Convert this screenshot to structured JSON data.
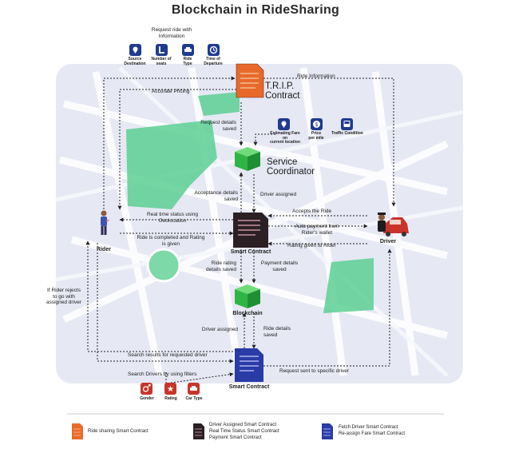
{
  "title": "Blockchain in RideSharing",
  "request_group": {
    "heading": "Request ride with\nInformation",
    "items": [
      "Source\nDestination",
      "Number of\nseats",
      "Ride\nType",
      "Time of\nDeparture"
    ]
  },
  "trip_contract": "T.R.I.P.\nContract",
  "service_coordinator": "Service\nCoordinator",
  "pricing_group": {
    "items": [
      "Estimating Fare on\ncurrent location",
      "Price\nper mile",
      "Traffic Condition"
    ]
  },
  "rider": "Rider",
  "driver": "Driver",
  "smart_contract_mid": "Smart Contract",
  "smart_contract_bottom": "Smart Contract",
  "blockchain": "Blockchain",
  "filters": {
    "heading": "Search Drivers by using filters",
    "items": [
      "Gender",
      "Rating",
      "Car Type"
    ]
  },
  "edges": {
    "ride_information": "Ride Information",
    "accurate_pricing": "Accurate Pricing",
    "request_details_saved": "Request details\nsaved",
    "acceptance_details_saved": "Acceptance details\nsaved",
    "driver_assigned_top": "Driver assigned",
    "real_time_status": "Real time status using\nGeolocation",
    "ride_completed": "Ride is completed and Rating\nis given",
    "accepts_ride": "Accepts the Ride",
    "auto_payment": "Auto payment from\nRider's wallet",
    "rating_given": "Rating given to Rider",
    "ride_rating_saved": "Ride rating\ndetails saved",
    "payment_saved": "Payment details\nsaved",
    "driver_assigned_bottom": "Driver assigned",
    "ride_details_saved": "Ride details\nsaved",
    "rider_rejects": "If Rider rejects\nto go with\nassigned driver",
    "search_results": "Search results for requested driver",
    "request_sent": "Request sent to specific driver"
  },
  "legend": {
    "orange": "Ride sharing Smart Contract",
    "dark": "Driver Assigned Smart Contract\nReal Time Status Smart Contract\nPayment Smart Contract",
    "blue": "Fetch Driver Smart Contract\nRe-assign Fare Smart Contract"
  },
  "colors": {
    "map_bg": "#e4e6f3",
    "park": "#5ccf93",
    "orange_doc": "#e8692a",
    "dark_doc": "#2b2024",
    "blue_doc": "#2a3aa6",
    "cube": "#2fb545",
    "icon_blue": "#1f3b8f",
    "icon_red": "#c8342a"
  }
}
